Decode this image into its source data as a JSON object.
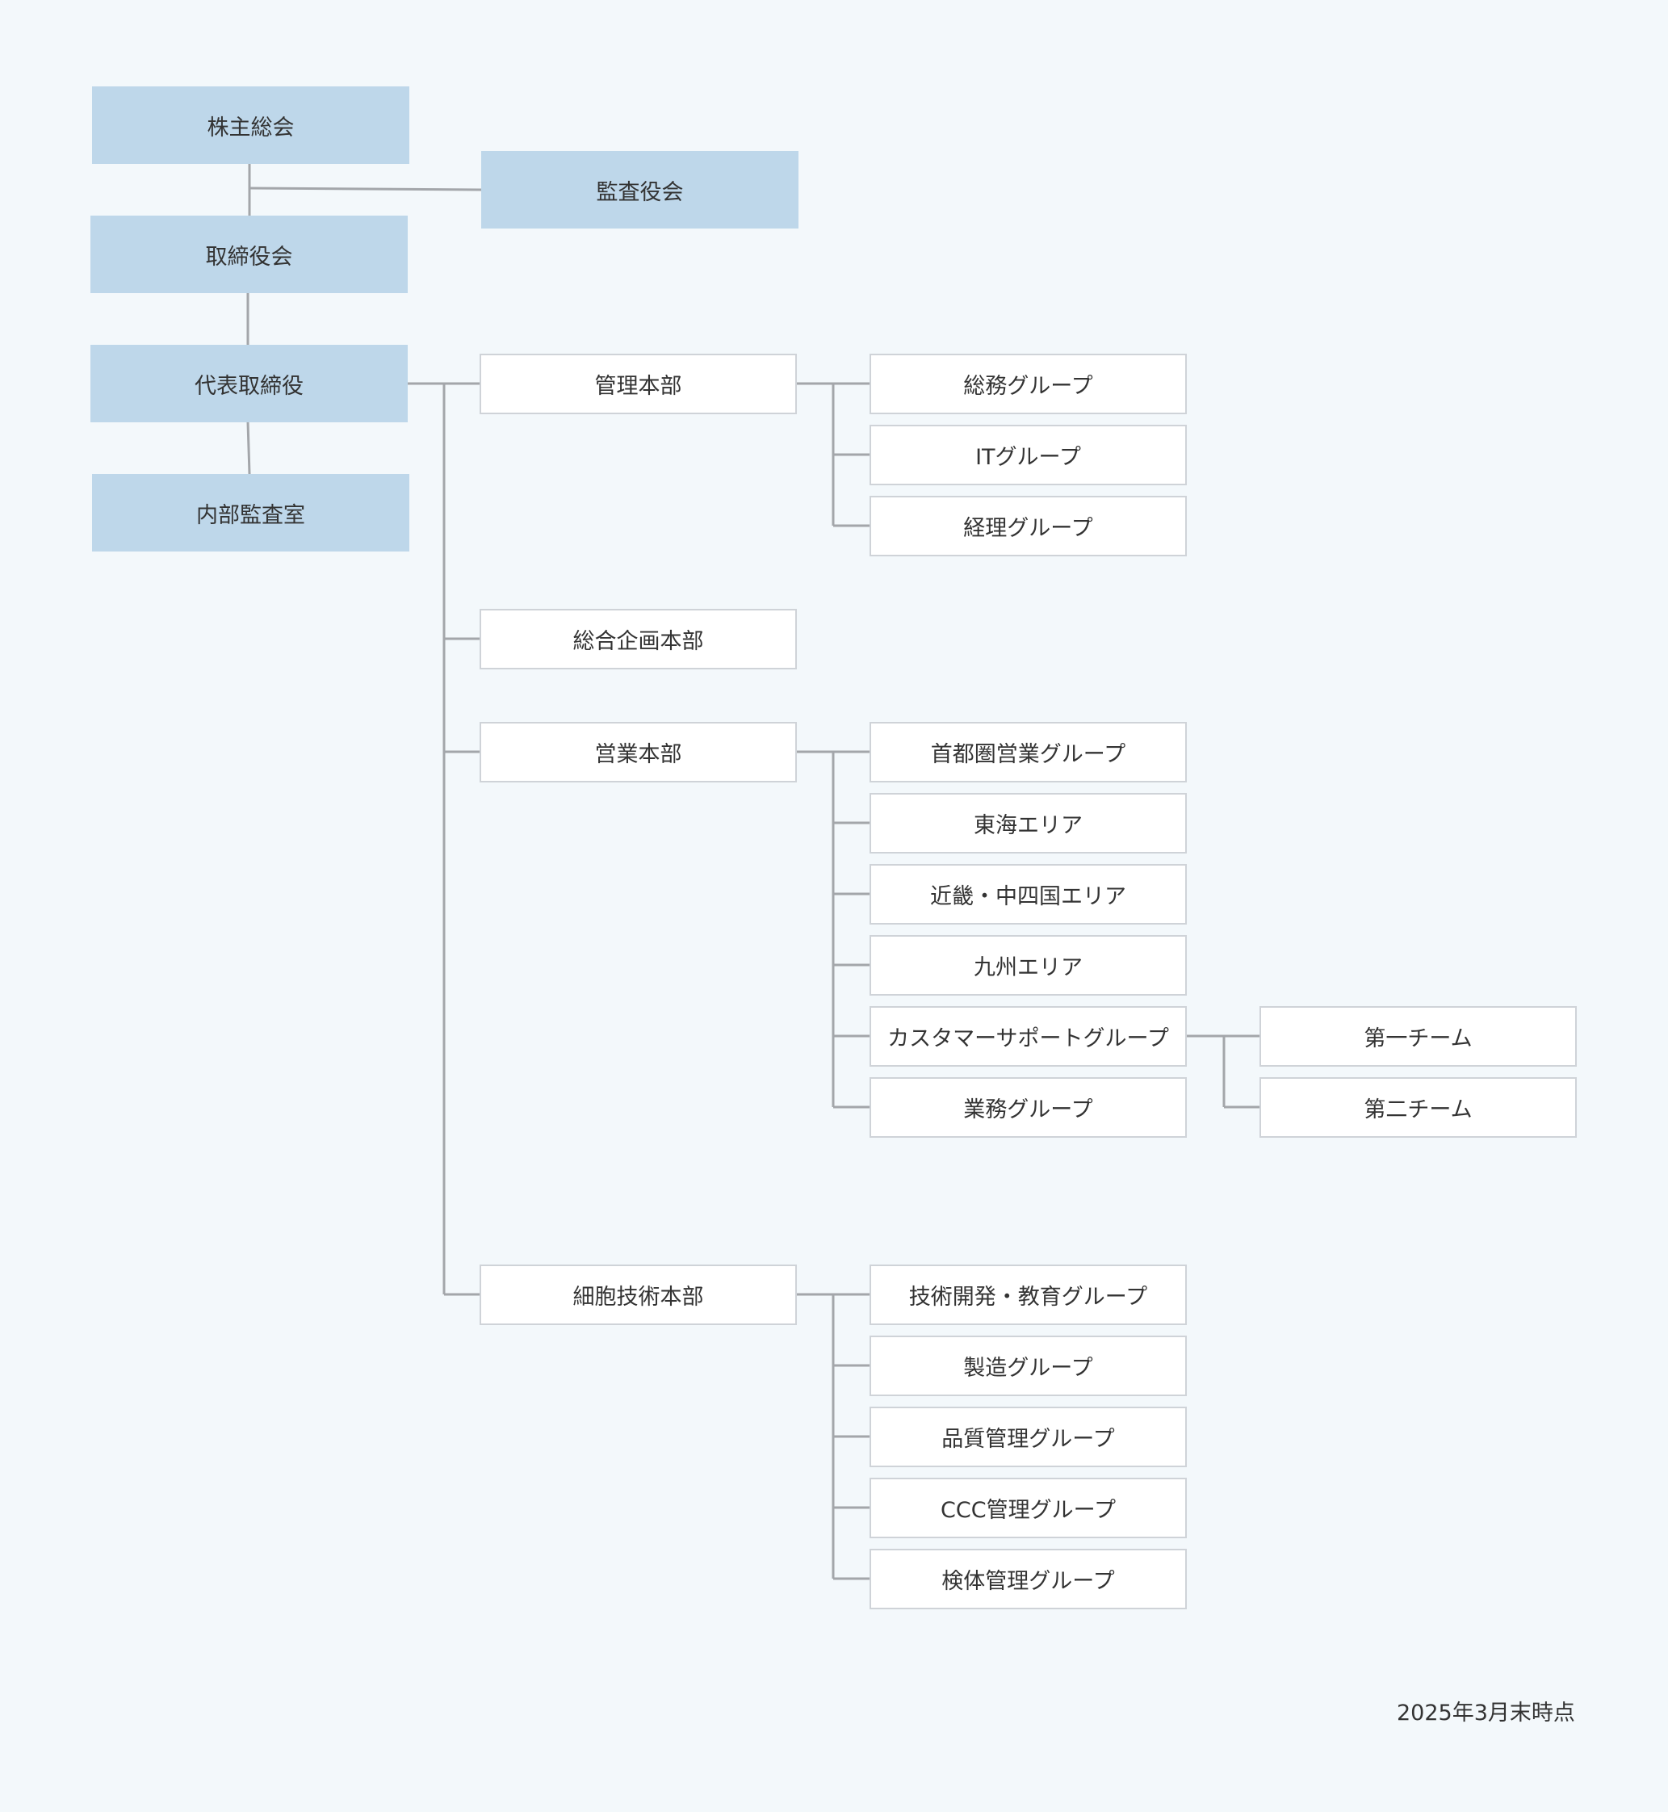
{
  "colors": {
    "background": "#f3f8fb",
    "executive_fill": "#bed7ea",
    "unit_fill": "#ffffff",
    "unit_border": "#cfd3d8",
    "connector": "#a3a6aa",
    "text": "#333333"
  },
  "executives": {
    "shareholders_meeting": "株主総会",
    "audit_board": "監査役会",
    "board_of_directors": "取締役会",
    "representative_director": "代表取締役",
    "internal_audit_office": "内部監査室"
  },
  "divisions": [
    {
      "name": "管理本部",
      "groups": [
        {
          "name": "総務グループ",
          "teams": []
        },
        {
          "name": "ITグループ",
          "teams": []
        },
        {
          "name": "経理グループ",
          "teams": []
        }
      ]
    },
    {
      "name": "総合企画本部",
      "groups": []
    },
    {
      "name": "営業本部",
      "groups": [
        {
          "name": "首都圏営業グループ",
          "teams": []
        },
        {
          "name": "東海エリア",
          "teams": []
        },
        {
          "name": "近畿・中四国エリア",
          "teams": []
        },
        {
          "name": "九州エリア",
          "teams": []
        },
        {
          "name": "カスタマーサポートグループ",
          "teams": [
            "第一チーム",
            "第二チーム"
          ]
        },
        {
          "name": "業務グループ",
          "teams": []
        }
      ]
    },
    {
      "name": "細胞技術本部",
      "groups": [
        {
          "name": "技術開発・教育グループ",
          "teams": []
        },
        {
          "name": "製造グループ",
          "teams": []
        },
        {
          "name": "品質管理グループ",
          "teams": []
        },
        {
          "name": "CCC管理グループ",
          "teams": []
        },
        {
          "name": "検体管理グループ",
          "teams": []
        }
      ]
    }
  ],
  "footnote": "2025年3月末時点"
}
